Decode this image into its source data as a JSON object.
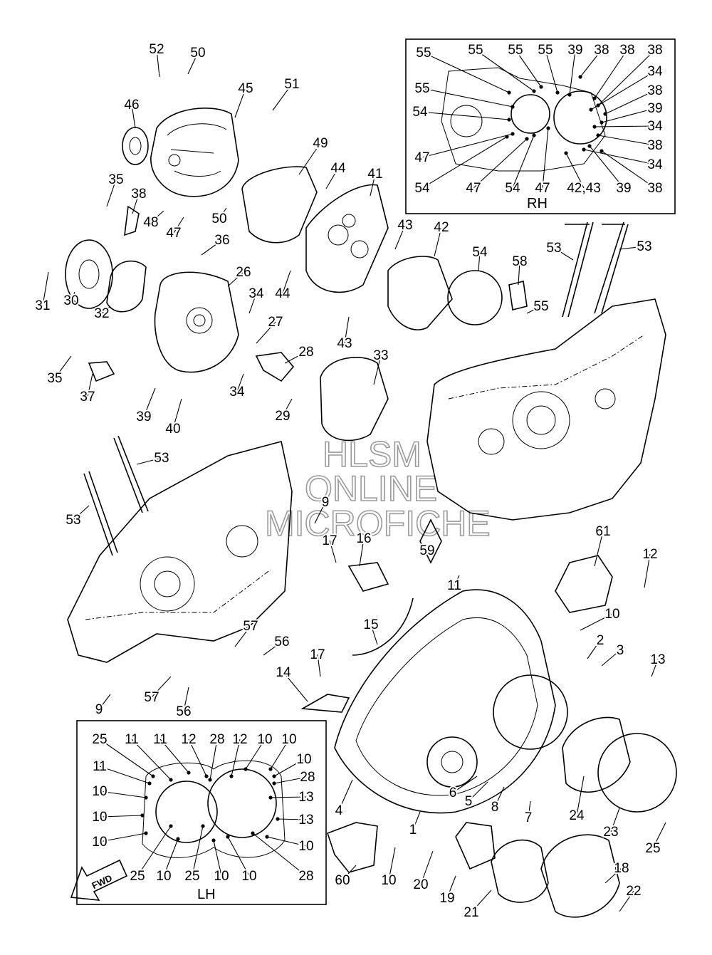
{
  "watermark": {
    "line1": "HLSM",
    "line2": "ONLINE",
    "line3": "MICROFICHE"
  },
  "fwd_label": "FWD",
  "inset_rh": {
    "title": "RH",
    "labels": [
      "55",
      "55",
      "55",
      "55",
      "39",
      "38",
      "38",
      "38",
      "34",
      "55",
      "38",
      "54",
      "39",
      "34",
      "38",
      "47",
      "34",
      "54",
      "47",
      "54",
      "47",
      "42,43",
      "39",
      "38"
    ]
  },
  "inset_lh": {
    "title": "LH",
    "labels": [
      "25",
      "11",
      "11",
      "12",
      "28",
      "12",
      "10",
      "10",
      "10",
      "11",
      "28",
      "10",
      "13",
      "10",
      "13",
      "10",
      "10",
      "25",
      "10",
      "25",
      "10",
      "10",
      "28"
    ]
  },
  "part_labels": [
    "52",
    "50",
    "51",
    "45",
    "46",
    "35",
    "38",
    "48",
    "47",
    "50",
    "49",
    "44",
    "41",
    "43",
    "42",
    "36",
    "26",
    "34",
    "27",
    "31",
    "30",
    "32",
    "44",
    "43",
    "54",
    "58",
    "55",
    "53",
    "53",
    "28",
    "33",
    "35",
    "37",
    "39",
    "40",
    "34",
    "29",
    "53",
    "53",
    "9",
    "17",
    "16",
    "59",
    "11",
    "12",
    "61",
    "10",
    "2",
    "3",
    "13",
    "15",
    "17",
    "14",
    "57",
    "56",
    "57",
    "56",
    "9",
    "4",
    "5",
    "6",
    "8",
    "7",
    "1",
    "24",
    "23",
    "25",
    "18",
    "22",
    "60",
    "10",
    "20",
    "19",
    "21"
  ]
}
